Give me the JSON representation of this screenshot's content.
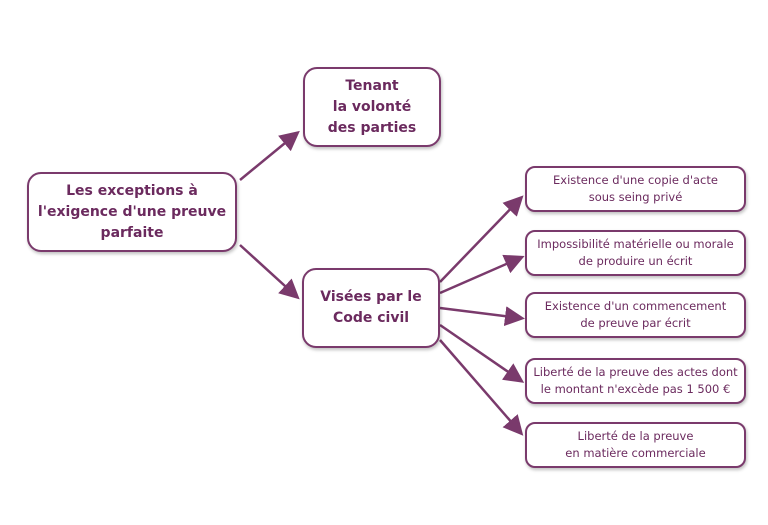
{
  "colors": {
    "accent": "#6b2a5e"
  },
  "root": {
    "label": "Les exceptions à\nl'exigence d'une preuve\nparfaite"
  },
  "branches": [
    {
      "label": "Tenant\nla volonté\ndes parties"
    },
    {
      "label": "Visées par le\nCode civil"
    }
  ],
  "code_civil_items": [
    {
      "label": "Existence d'une copie d'acte\nsous seing privé"
    },
    {
      "label": "Impossibilité matérielle ou morale\nde produire un écrit"
    },
    {
      "label": "Existence d'un commencement\nde preuve par écrit"
    },
    {
      "label": "Liberté de la preuve des actes dont\nle montant n'excède pas 1 500 €"
    },
    {
      "label": "Liberté de la preuve\nen matière commerciale"
    }
  ]
}
